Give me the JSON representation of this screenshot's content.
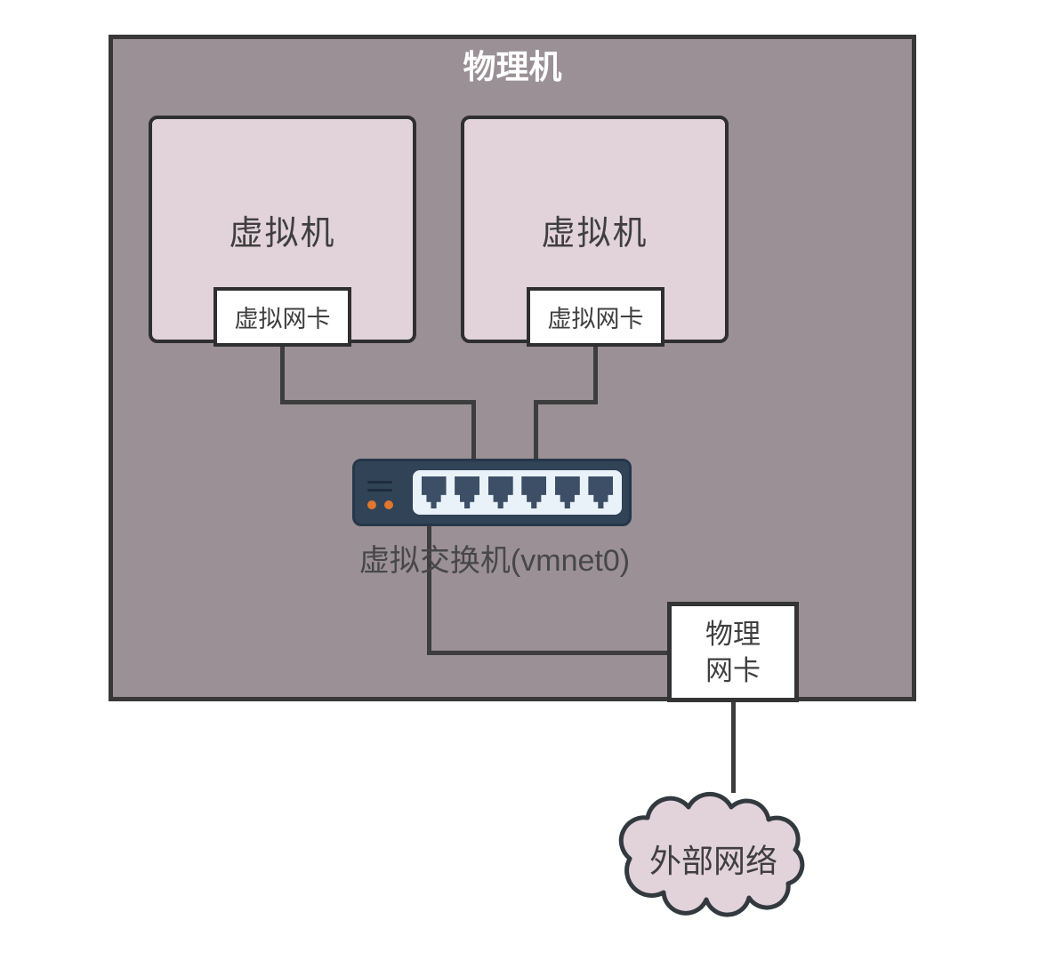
{
  "diagram": {
    "host": {
      "title": "物理机"
    },
    "vms": [
      {
        "label": "虚拟机",
        "nic_label": "虚拟网卡"
      },
      {
        "label": "虚拟机",
        "nic_label": "虚拟网卡"
      }
    ],
    "switch": {
      "label": "虚拟交换机(vmnet0)",
      "port_count": 6
    },
    "physical_nic": {
      "label_line1": "物理",
      "label_line2": "网卡"
    },
    "external_network": {
      "label": "外部网络"
    },
    "colors": {
      "host_fill": "#9a9096",
      "node_fill": "#e2d3da",
      "border": "#383838",
      "switch_body": "#304357",
      "switch_panel": "#e9f2f8",
      "switch_port": "#3c4f66",
      "led": "#e0762f",
      "label": "#3f3f3f",
      "title": "#ffffff",
      "line": "#3d3d3d"
    }
  }
}
